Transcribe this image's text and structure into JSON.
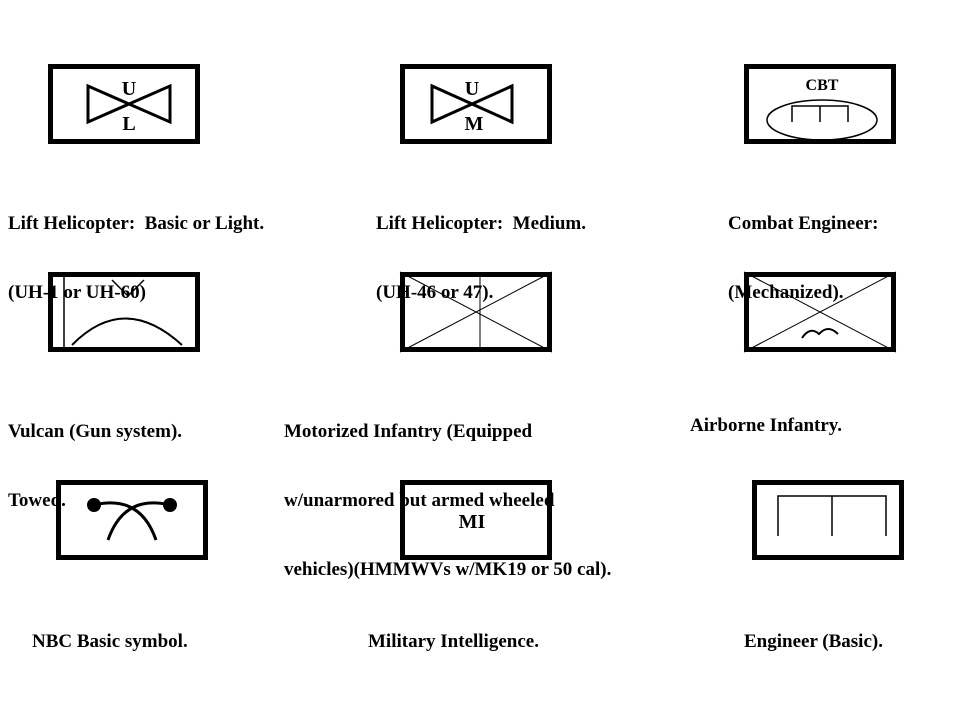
{
  "symbols": {
    "lift_light": {
      "top_letter": "U",
      "bottom_letter": "L",
      "caption": [
        "Lift Helicopter:  Basic or Light.",
        "(UH-1 or UH-60)"
      ]
    },
    "lift_medium": {
      "top_letter": "U",
      "bottom_letter": "M",
      "caption": [
        "Lift Helicopter:  Medium.",
        "(UH-46 or 47)."
      ]
    },
    "combat_engineer": {
      "label": "CBT",
      "caption": [
        "Combat Engineer:",
        "(Mechanized)."
      ]
    },
    "vulcan": {
      "caption": [
        "Vulcan (Gun system).",
        "Towed."
      ]
    },
    "motorized_infantry": {
      "caption": [
        "Motorized Infantry (Equipped",
        "w/unarmored but armed wheeled",
        "vehicles)(HMMWVs w/MK19 or 50 cal)."
      ]
    },
    "airborne_infantry": {
      "caption": [
        "Airborne Infantry."
      ]
    },
    "nbc": {
      "caption": [
        "NBC Basic symbol."
      ]
    },
    "military_intelligence": {
      "label": "MI",
      "caption": [
        "Military Intelligence."
      ]
    },
    "engineer_basic": {
      "caption": [
        "Engineer (Basic)."
      ]
    }
  },
  "line_color": "#000000",
  "background_color": "#ffffff"
}
